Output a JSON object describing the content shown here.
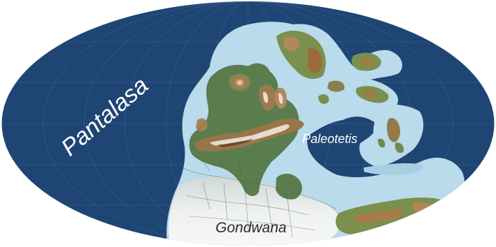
{
  "map": {
    "labels": {
      "ocean_west": "Pantalasa",
      "sea_east": "Paleotetis",
      "continent_south": "Gondwana"
    },
    "colors": {
      "deep_ocean": "#1e4573",
      "shelf": "#b9dbeb",
      "lowland": "#5b7d4e",
      "upland": "#a98a57",
      "highland": "#8a5a33",
      "ice": "#eceff0",
      "label_light": "#ffffff",
      "label_dark": "#2a2a2a"
    },
    "projection": "mollweide",
    "graticule": true
  }
}
